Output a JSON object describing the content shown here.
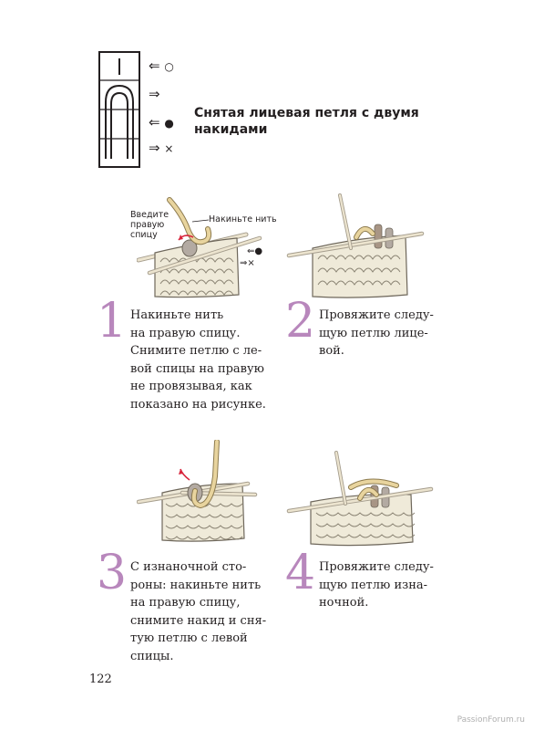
{
  "title": [
    "Снятая лицевая петля с двумя",
    "накидами"
  ],
  "legend": [
    {
      "arrow": "⇐",
      "symbol": "○"
    },
    {
      "arrow": "⇒",
      "symbol": ""
    },
    {
      "arrow": "⇐",
      "symbol": "●"
    },
    {
      "arrow": "⇒",
      "symbol": "×"
    }
  ],
  "figure1": {
    "note_left": [
      "Введите",
      "правую",
      "спицу"
    ],
    "note_right": "Накиньте нить",
    "marker_top": "⇐●",
    "marker_bottom": "⇒×"
  },
  "steps": [
    {
      "num": "1",
      "lines": [
        "Накиньте нить",
        "на правую спицу.",
        "Снимите петлю с ле-",
        "вой спицы на правую",
        "не провязывая, как",
        "показано на рисунке."
      ]
    },
    {
      "num": "2",
      "lines": [
        "Провяжите следу-",
        "щую петлю лице-",
        "вой."
      ]
    },
    {
      "num": "3",
      "lines": [
        "С изнаночной сто-",
        "роны: накиньте нить",
        "на правую спицу,",
        "снимите накид и сня-",
        "тую петлю с левой",
        "спицы."
      ]
    },
    {
      "num": "4",
      "lines": [
        "Провяжите следу-",
        "щую петлю изна-",
        "ночной."
      ]
    }
  ],
  "page_number": "122",
  "watermark": "PassionForum.ru",
  "colors": {
    "accent": "#b887bc",
    "fabric": "#efead9",
    "yarn": "#e8d49e",
    "loop_gray": "#b3aaa2",
    "needle": "#e5dcc8",
    "arrow_red": "#d8243c"
  }
}
